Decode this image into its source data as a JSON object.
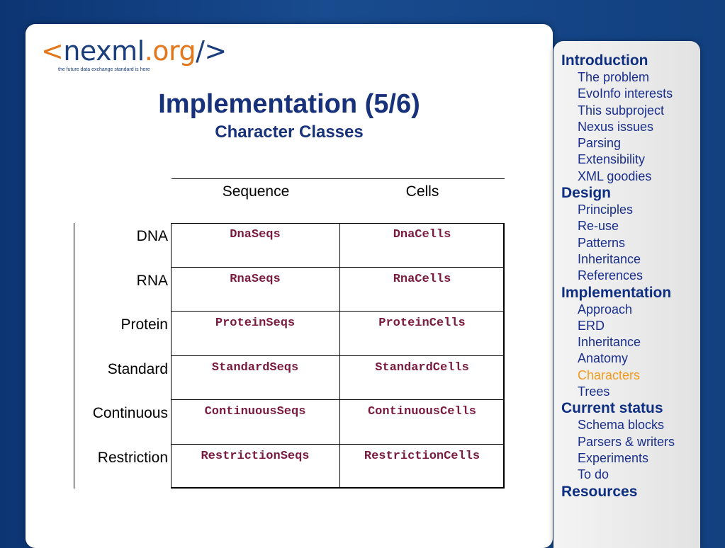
{
  "logo": {
    "bracket_open": "<",
    "name": "nexml",
    "tld": ".org",
    "bracket_close": "/>",
    "tagline": "the future data exchange standard is here"
  },
  "slide": {
    "title": "Implementation (5/6)",
    "subtitle": "Character Classes"
  },
  "table": {
    "columns": [
      "Sequence",
      "Cells"
    ],
    "rows": [
      {
        "label": "DNA",
        "seq": "DnaSeqs",
        "cells": "DnaCells"
      },
      {
        "label": "RNA",
        "seq": "RnaSeqs",
        "cells": "RnaCells"
      },
      {
        "label": "Protein",
        "seq": "ProteinSeqs",
        "cells": "ProteinCells"
      },
      {
        "label": "Standard",
        "seq": "StandardSeqs",
        "cells": "StandardCells"
      },
      {
        "label": "Continuous",
        "seq": "ContinuousSeqs",
        "cells": "ContinuousCells"
      },
      {
        "label": "Restriction",
        "seq": "RestrictionSeqs",
        "cells": "RestrictionCells"
      }
    ]
  },
  "nav": {
    "sections": [
      {
        "label": "Introduction",
        "items": [
          "The problem",
          "EvoInfo interests",
          "This subproject",
          "Nexus issues",
          "Parsing",
          "Extensibility",
          "XML goodies"
        ]
      },
      {
        "label": "Design",
        "items": [
          "Principles",
          "Re-use",
          "Patterns",
          "Inheritance",
          "References"
        ]
      },
      {
        "label": "Implementation",
        "items": [
          "Approach",
          "ERD",
          "Inheritance",
          "Anatomy",
          "Characters",
          "Trees"
        ]
      },
      {
        "label": "Current status",
        "items": [
          "Schema blocks",
          "Parsers & writers",
          "Experiments",
          "To do"
        ]
      },
      {
        "label": "Resources",
        "items": []
      }
    ],
    "active_item": "Characters"
  },
  "colors": {
    "background": "#184b8f",
    "title": "#17327a",
    "code": "#7a1a3d",
    "nav_active": "#f39a1c",
    "logo_accent": "#e4761c"
  }
}
